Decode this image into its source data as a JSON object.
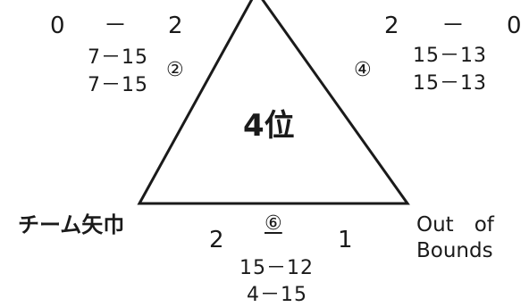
{
  "center": {
    "rank_label": "4位"
  },
  "teams": {
    "bottom_left": "チーム矢巾",
    "bottom_right_line1": "Out　of",
    "bottom_right_line2": "Bounds"
  },
  "matches": {
    "left": {
      "team_a_sets": "0",
      "dash": "－",
      "team_b_sets": "2",
      "set1": "7－15",
      "set2": "7－15",
      "order": "②"
    },
    "right": {
      "team_a_sets": "2",
      "dash": "－",
      "team_b_sets": "0",
      "set1": "15－13",
      "set2": "15－13",
      "order": "④"
    },
    "bottom": {
      "team_a_sets": "2",
      "team_b_sets": "1",
      "set1": "15－12",
      "set2": "4－15",
      "order": "⑥"
    }
  },
  "colors": {
    "ink": "#1a1a1a",
    "background": "#ffffff"
  }
}
